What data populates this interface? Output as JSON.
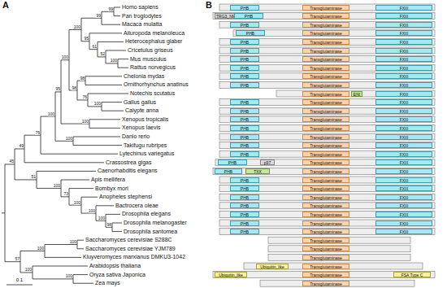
{
  "diagram": {
    "nodes": [
      {
        "text": [
          "PHB"
        ]
      },
      {
        "text": [
          "Transglutaminase"
        ]
      },
      {
        "text": [
          "FXIII"
        ]
      },
      {
        "text": [
          "TRG3_NM"
        ]
      },
      {
        "text": [
          "PHB"
        ]
      },
      {
        "text": [
          "Transglutaminase"
        ]
      },
      {
        "text": [
          "FXIII"
        ]
      },
      {
        "text": [
          "PHB"
        ]
      },
      {
        "text": [
          "Transglutaminase"
        ]
      },
      {
        "text": [
          "FXIII"
        ]
      },
      {
        "text": [
          "PHB"
        ]
      },
      {
        "text": [
          "Transglutaminase"
        ]
      },
      {
        "text": [
          "FXIII"
        ]
      },
      {
        "text": [
          "PHB"
        ]
      },
      {
        "text": [
          "Transglutaminase"
        ]
      },
      {
        "text": [
          "FXIII"
        ]
      },
      {
        "text": [
          "PHB"
        ]
      },
      {
        "text": [
          "Transglutaminase"
        ]
      },
      {
        "text": [
          "FXIII"
        ]
      },
      {
        "text": [
          "PHB"
        ]
      },
      {
        "text": [
          "Transglutaminase"
        ]
      },
      {
        "text": [
          "FXIII"
        ]
      },
      {
        "text": [
          "PHB"
        ]
      },
      {
        "text": [
          "Transglutaminase"
        ]
      },
      {
        "text": [
          "FXIII"
        ]
      },
      {
        "text": [
          "PHB"
        ]
      },
      {
        "text": [
          "Transglutaminase"
        ]
      },
      {
        "text": [
          "FXIII"
        ]
      },
      {
        "text": [
          "PHB"
        ]
      },
      {
        "text": [
          "Transglutaminase"
        ]
      },
      {
        "text": [
          "FXIII"
        ]
      },
      {
        "text": [
          "Transglutaminase"
        ]
      },
      {
        "text": [
          "ENI"
        ]
      },
      {
        "text": [
          "FXIII"
        ]
      },
      {
        "text": [
          "PHB"
        ]
      },
      {
        "text": [
          "Transglutaminase"
        ]
      },
      {
        "text": [
          "FXIII"
        ]
      },
      {
        "text": [
          "PHB"
        ]
      },
      {
        "text": [
          "Transglutaminase"
        ]
      },
      {
        "text": [
          "FXIII"
        ]
      },
      {
        "text": [
          "PHB"
        ]
      },
      {
        "text": [
          "Transglutaminase"
        ]
      },
      {
        "text": [
          "FXIII"
        ]
      },
      {
        "text": [
          "PHB"
        ]
      },
      {
        "text": [
          "Transglutaminase"
        ]
      },
      {
        "text": [
          "FXIII"
        ]
      },
      {
        "text": [
          "PHB"
        ]
      },
      {
        "text": [
          "Transglutaminase"
        ]
      },
      {
        "text": [
          "FXIII"
        ]
      },
      {
        "text": [
          "PHB"
        ]
      },
      {
        "text": [
          "Transglutaminase"
        ]
      },
      {
        "text": [
          "FXIII"
        ]
      },
      {
        "text": [
          "PHB"
        ]
      },
      {
        "text": [
          "Transglutaminase"
        ]
      },
      {
        "text": [
          "FXIII"
        ]
      },
      {
        "text": [
          "PHB"
        ]
      },
      {
        "text": [
          "p97"
        ]
      },
      {
        "text": [
          "Transglutaminase"
        ]
      },
      {
        "text": [
          "FXIII"
        ]
      },
      {
        "text": [
          "PHB"
        ]
      },
      {
        "text": [
          "TXX"
        ]
      },
      {
        "text": [
          "Transglutaminase"
        ]
      },
      {
        "text": [
          "FXIII"
        ]
      },
      {
        "text": [
          "PHB"
        ]
      },
      {
        "text": [
          "Transglutaminase"
        ]
      },
      {
        "text": [
          "FXIII"
        ]
      },
      {
        "text": [
          "PHB"
        ]
      },
      {
        "text": [
          "Transglutaminase"
        ]
      },
      {
        "text": [
          "FXIII"
        ]
      },
      {
        "text": [
          "PHB"
        ]
      },
      {
        "text": [
          "Transglutaminase"
        ]
      },
      {
        "text": [
          "FXIII"
        ]
      },
      {
        "text": [
          "PHB"
        ]
      },
      {
        "text": [
          "Transglutaminase"
        ]
      },
      {
        "text": [
          "FXIII"
        ]
      },
      {
        "text": [
          "PHB"
        ]
      },
      {
        "text": [
          "Transglutaminase"
        ]
      },
      {
        "text": [
          "FXIII"
        ]
      },
      {
        "text": [
          "PHB"
        ]
      },
      {
        "text": [
          "Transglutaminase"
        ]
      },
      {
        "text": [
          "FXIII"
        ]
      },
      {
        "text": [
          "PHB"
        ]
      },
      {
        "text": [
          "Transglutaminase"
        ]
      },
      {
        "text": [
          "FXIII"
        ]
      },
      {
        "text": [
          "Transglutaminase"
        ]
      },
      {
        "text": [
          "Transglutaminase"
        ]
      },
      {
        "text": [
          "Transglutaminase"
        ]
      },
      {
        "text": [
          "Ubiquitin_like"
        ]
      },
      {
        "text": [
          "Transglutaminase"
        ]
      },
      {
        "text": [
          "Ubiquitin_like"
        ]
      },
      {
        "text": [
          "Transglutaminase"
        ]
      },
      {
        "text": [
          "FSA Type C"
        ]
      },
      {
        "text": [
          "Transglutaminase"
        ]
      }
    ],
    "labels": [
      "A",
      "B",
      "Homo sapiens",
      "Pan troglodytes",
      "Macaca mulatta",
      "Ailuropoda melanoleuca",
      "Heterocephalus glaber",
      "Cricetulus griseus",
      "Mus musculus",
      "Rattus norvegicus",
      "Chelonia mydas",
      "Ornithorhynchus anatinus",
      "Notechis scutatus",
      "Gallus gallus",
      "Calypte anna",
      "Xenopus tropicalis",
      "Xenopus laevis",
      "Danio rerio",
      "Takifugu rubripes",
      "Lytechinus variegatus",
      "Crassostrea gigas",
      "Caenorhabditis elegans",
      "Apis mellifera",
      "Bombyx mori",
      "Anopheles stephensi",
      "Bactrocera oleae",
      "Drosophila elegans",
      "Drosophila melanogaster",
      "Drosophila santomea",
      "Saccharomyces cerevisiae S288C",
      "Saccharomyces cerevisiae YJM789",
      "Kluyveromyces marxianus DMKU3-1042",
      "Arabidopsis thaliana",
      "Oryza sativa Japonica",
      "Zea mays",
      "45",
      "49",
      "75",
      "100",
      "95",
      "100",
      "100",
      "99",
      "99",
      "95",
      "61",
      "52",
      "100",
      "98",
      "98",
      "76",
      "100",
      "100",
      "100",
      "51",
      "100",
      "73",
      "100",
      "100",
      "100",
      "98",
      "57",
      "100",
      "100",
      "100",
      "100",
      "0.1"
    ]
  }
}
